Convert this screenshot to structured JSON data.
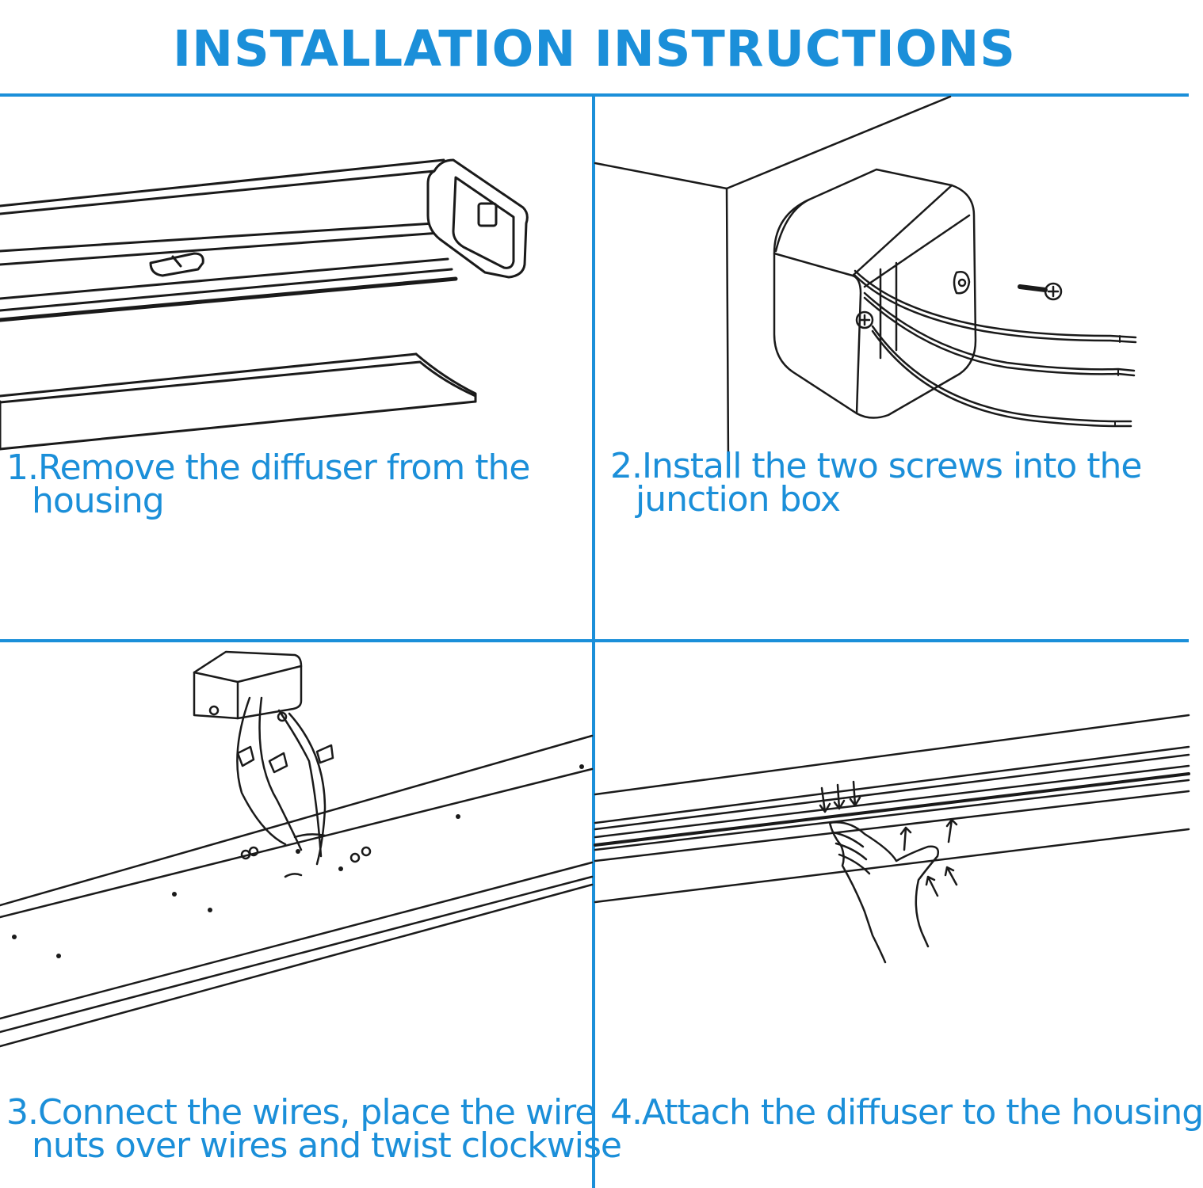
{
  "header": {
    "title": "INSTALLATION INSTRUCTIONS"
  },
  "colors": {
    "accent": "#1b8fd9",
    "line": "#1a1a1a"
  },
  "steps": [
    {
      "line1": "1.Remove the diffuser from the",
      "line2": "housing"
    },
    {
      "line1": "2.Install the two screws into the",
      "line2": "junction box"
    },
    {
      "line1": "3.Connect the wires, place the wire",
      "line2": "nuts over wires and twist clockwise"
    },
    {
      "line1": "4.Attach the diffuser to the housing",
      "line2": ""
    }
  ]
}
